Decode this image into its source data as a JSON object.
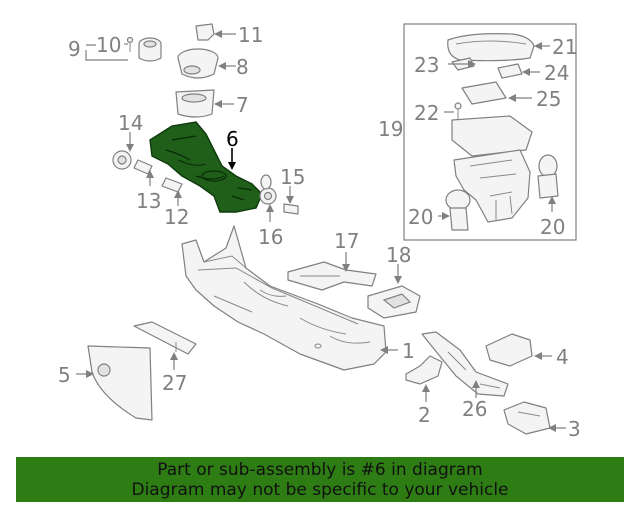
{
  "callouts": {
    "c1": "1",
    "c2": "2",
    "c3": "3",
    "c4": "4",
    "c5": "5",
    "c6": "6",
    "c7": "7",
    "c8": "8",
    "c9": "9",
    "c10": "10",
    "c11": "11",
    "c12": "12",
    "c13": "13",
    "c14": "14",
    "c15": "15",
    "c16": "16",
    "c17": "17",
    "c18": "18",
    "c19": "19",
    "c20a": "20",
    "c20b": "20",
    "c21": "21",
    "c22": "22",
    "c23": "23",
    "c24": "24",
    "c25": "25",
    "c26": "26",
    "c27": "27"
  },
  "highlighted_part": "6",
  "colors": {
    "highlight": "#1f5f1a",
    "banner": "#2e7d14",
    "line": "#808080"
  },
  "banner": {
    "line1": "Part or sub-assembly is #6 in diagram",
    "line2": "Diagram may not be specific to your vehicle"
  }
}
